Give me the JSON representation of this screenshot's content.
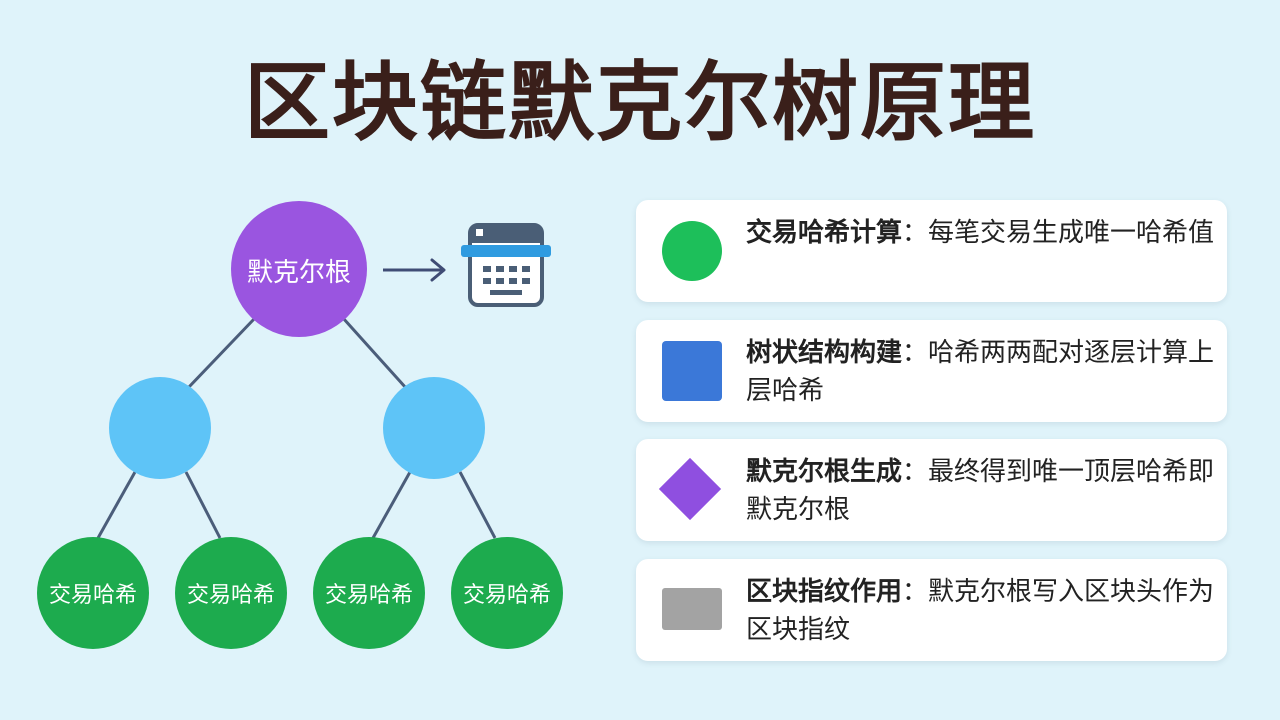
{
  "title": "区块链默克尔树原理",
  "tree": {
    "root_label": "默克尔根",
    "leaf_labels": [
      "交易哈希",
      "交易哈希",
      "交易哈希",
      "交易哈希"
    ],
    "colors": {
      "root": "#9a55e0",
      "intermediate": "#5ec4f7",
      "leaf": "#1dab4e",
      "edge": "#4b5d7a"
    }
  },
  "block_icon": "block-header-icon",
  "legend": [
    {
      "icon": "green-circle",
      "term": "交易哈希计算",
      "sep": "：",
      "desc": "每笔交易生成唯一哈希值"
    },
    {
      "icon": "blue-square",
      "term": "树状结构构建",
      "sep": "：",
      "desc": "哈希两两配对逐层计算上层哈希"
    },
    {
      "icon": "purple-diamond",
      "term": "默克尔根生成",
      "sep": "：",
      "desc": "最终得到唯一顶层哈希即默克尔根"
    },
    {
      "icon": "gray-rectangle",
      "term": "区块指纹作用",
      "sep": "：",
      "desc": "默克尔根写入区块头作为区块指纹"
    }
  ]
}
